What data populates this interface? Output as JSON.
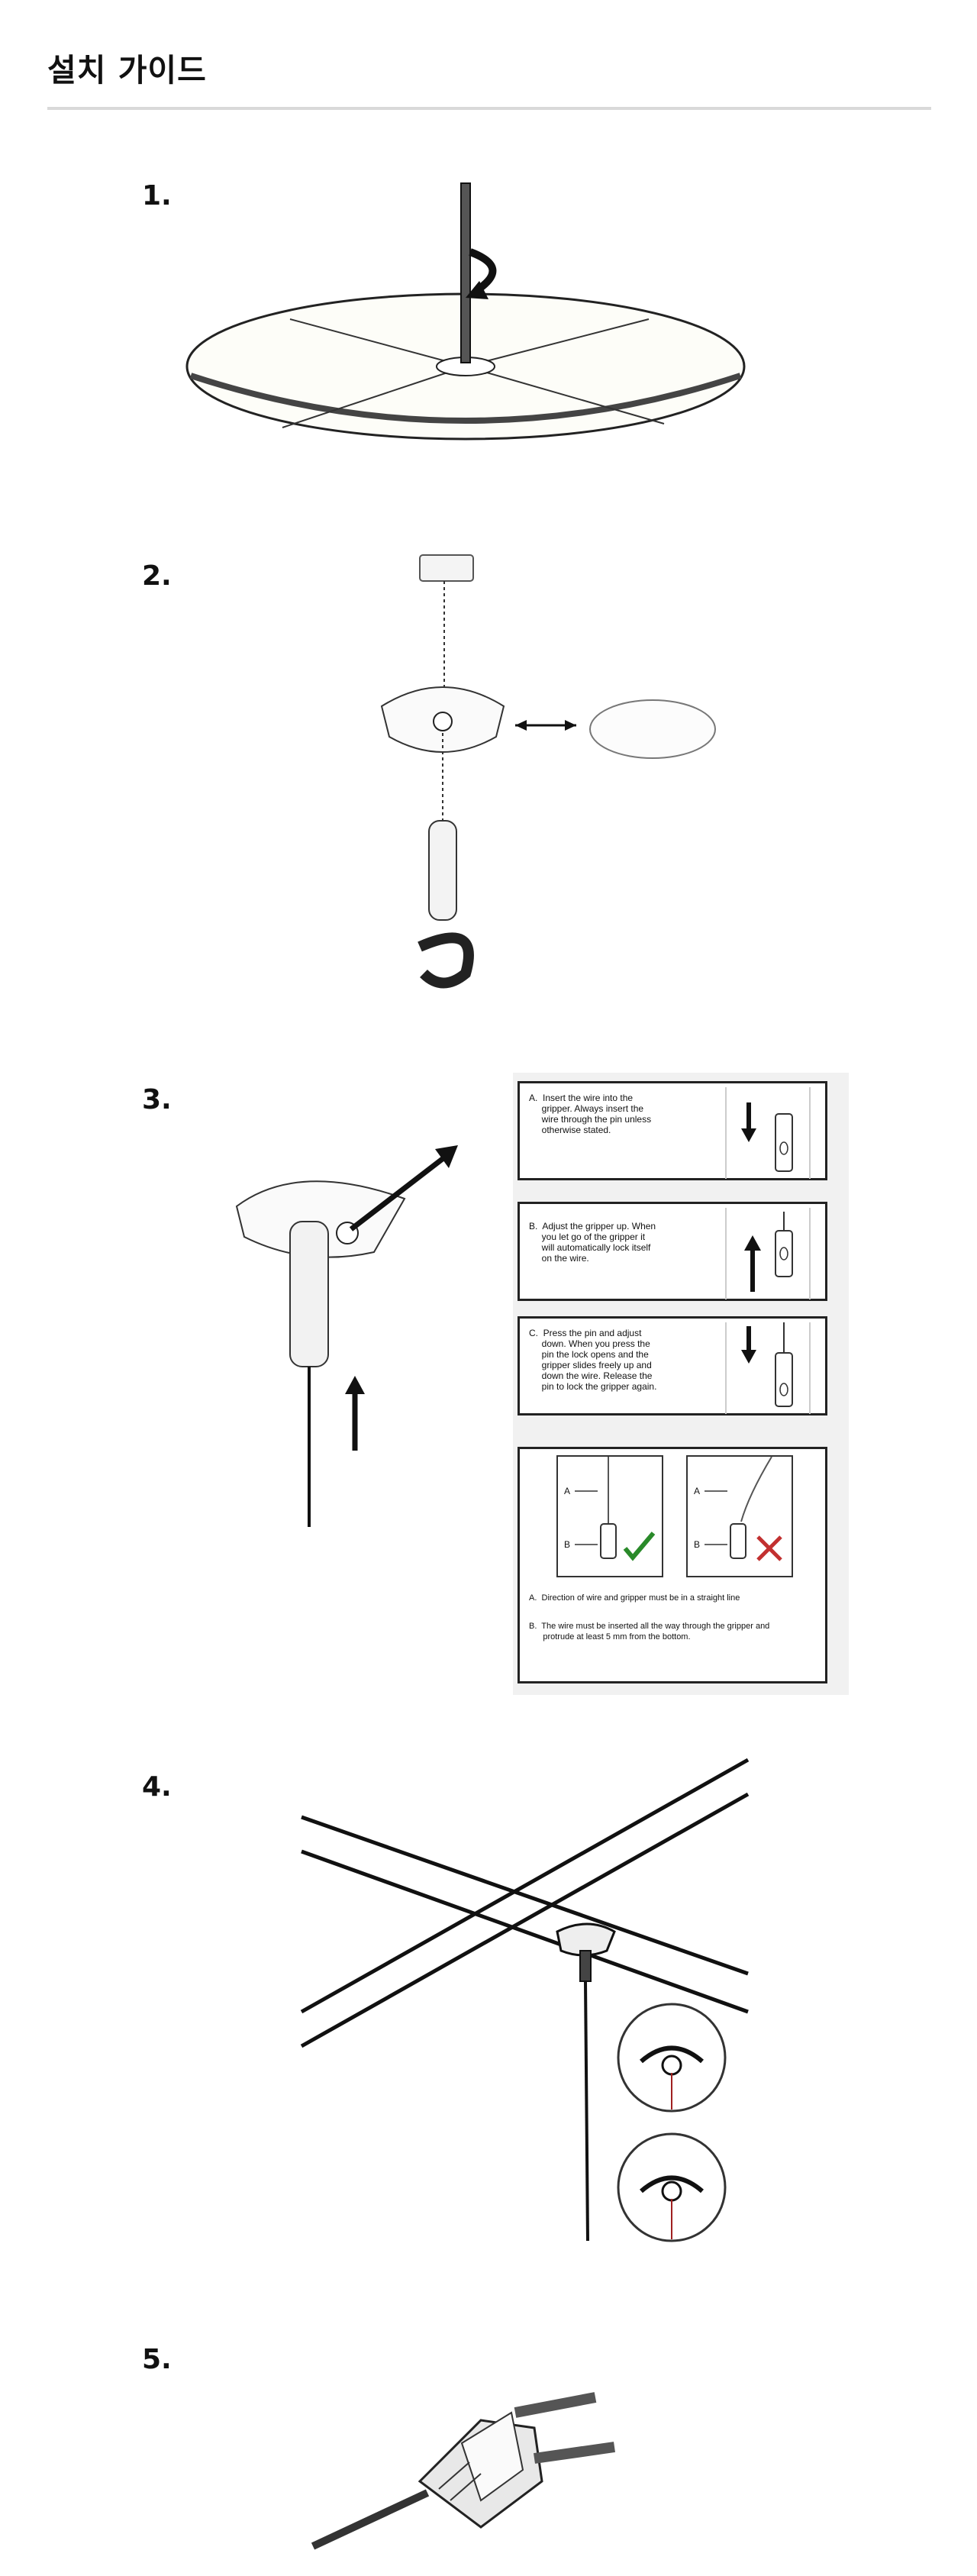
{
  "header": {
    "title": "설치 가이드"
  },
  "steps": [
    {
      "number": "1."
    },
    {
      "number": "2."
    },
    {
      "number": "3."
    },
    {
      "number": "4."
    },
    {
      "number": "5."
    }
  ],
  "instructions": {
    "a": "A.  Insert the wire into the\n     gripper. Always insert the\n     wire through the pin unless\n     otherwise stated.",
    "b": "B.  Adjust the gripper up. When\n     you let go of the gripper it\n     will automatically lock itself\n     on the wire.",
    "c": "C.  Press the pin and adjust\n     down. When you press the\n     pin the lock opens and the\n     gripper slides freely up and\n     down the wire. Release the\n     pin to lock the gripper again.",
    "label_a": "A",
    "label_b": "B",
    "note_a": "A.  Direction of wire and gripper must be in a straight line",
    "note_b": "B.  The wire must be inserted all the way through the gripper and\n      protrude at least 5 mm from the bottom."
  }
}
